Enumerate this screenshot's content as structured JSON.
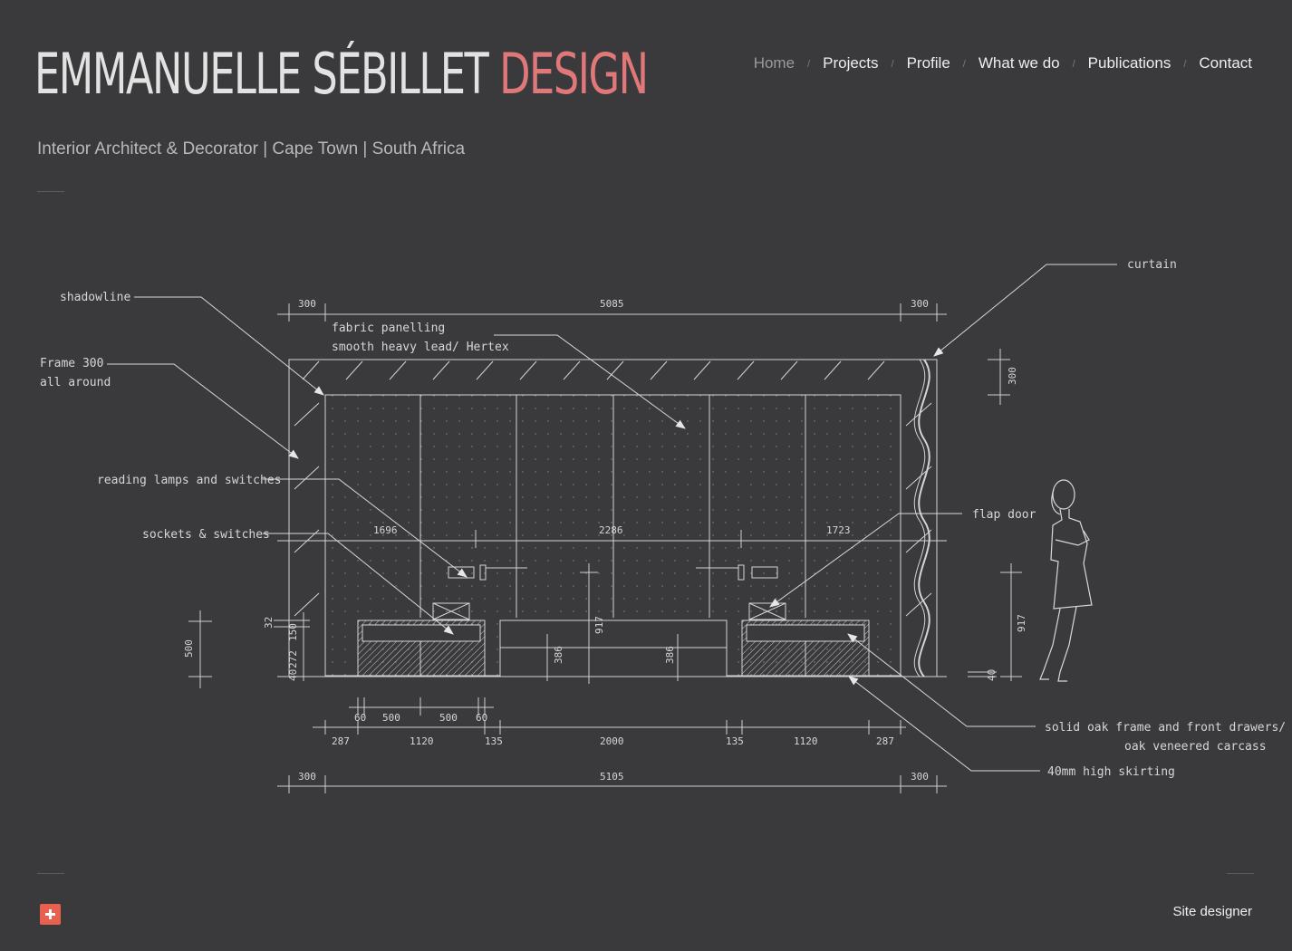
{
  "brand": {
    "name_main": "EMMANUELLE SÉBILLET",
    "name_accent": "DESIGN",
    "accent_color": "#e0787a"
  },
  "tagline": "Interior Architect & Decorator | Cape Town | South Africa",
  "nav": {
    "items": [
      "Home",
      "Projects",
      "Profile",
      "What we do",
      "Publications",
      "Contact"
    ],
    "separator": "/",
    "current": "Home"
  },
  "drawing": {
    "annotations": {
      "shadowline": "shadowline",
      "frame_line1": "Frame 300",
      "frame_line2": "all around",
      "fabric_line1": "fabric panelling",
      "fabric_line2": "smooth heavy lead/ Hertex",
      "reading_lamps": "reading lamps and switches",
      "sockets": "sockets & switches",
      "curtain": "curtain",
      "flap_door": "flap door",
      "oak_line1": "solid oak frame and front drawers/",
      "oak_line2": "oak veneered carcass",
      "skirting": "40mm high skirting"
    },
    "dimensions": {
      "top_left": "300",
      "top_mid": "5085",
      "top_right": "300",
      "inner_left": "1696",
      "inner_mid": "2286",
      "inner_right": "1723",
      "side_300": "300",
      "side_917": "917",
      "side_40": "40",
      "left_500": "500",
      "left_32": "32",
      "left_150": "150",
      "left_40": "40",
      "left_272": "272",
      "center_917": "917",
      "center_386a": "386",
      "center_386b": "386",
      "row1": [
        "60",
        "500",
        "500",
        "60"
      ],
      "row2": [
        "287",
        "1120",
        "135",
        "2000",
        "135",
        "1120",
        "287"
      ],
      "bottom_left": "300",
      "bottom_mid": "5105",
      "bottom_right": "300"
    }
  },
  "footer": {
    "icon": "plus-icon",
    "icon_color": "#e8604f",
    "site_designer": "Site designer"
  }
}
